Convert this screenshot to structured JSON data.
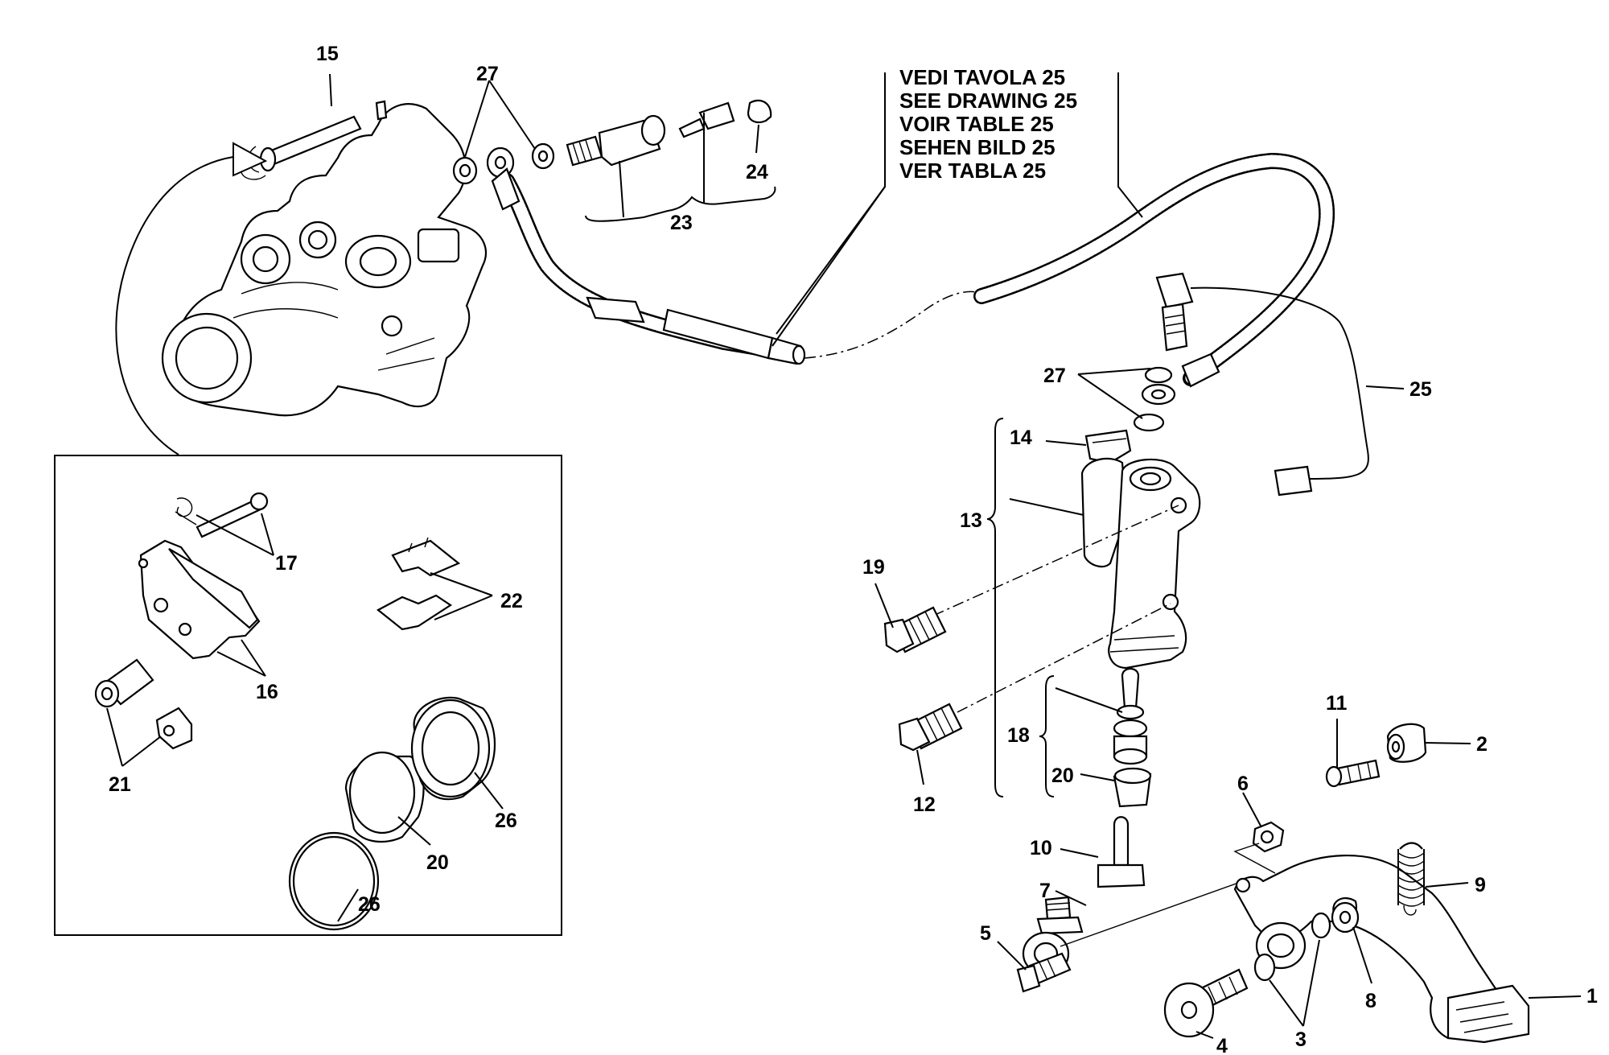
{
  "reference_note": {
    "lines": [
      "VEDI TAVOLA 25",
      "SEE DRAWING 25",
      "VOIR TABLE 25",
      "SEHEN BILD 25",
      "VER TABLA 25"
    ]
  },
  "callouts": {
    "c1": "1",
    "c2": "2",
    "c3": "3",
    "c4": "4",
    "c5": "5",
    "c6": "6",
    "c7": "7",
    "c8": "8",
    "c9": "9",
    "c10": "10",
    "c11": "11",
    "c12": "12",
    "c13": "13",
    "c14": "14",
    "c15": "15",
    "c16": "16",
    "c17": "17",
    "c18": "18",
    "c19": "19",
    "c20a": "20",
    "c20b": "20",
    "c21": "21",
    "c22": "22",
    "c23": "23",
    "c24": "24",
    "c25": "25",
    "c26a": "26",
    "c26b": "26",
    "c27a": "27",
    "c27b": "27"
  }
}
